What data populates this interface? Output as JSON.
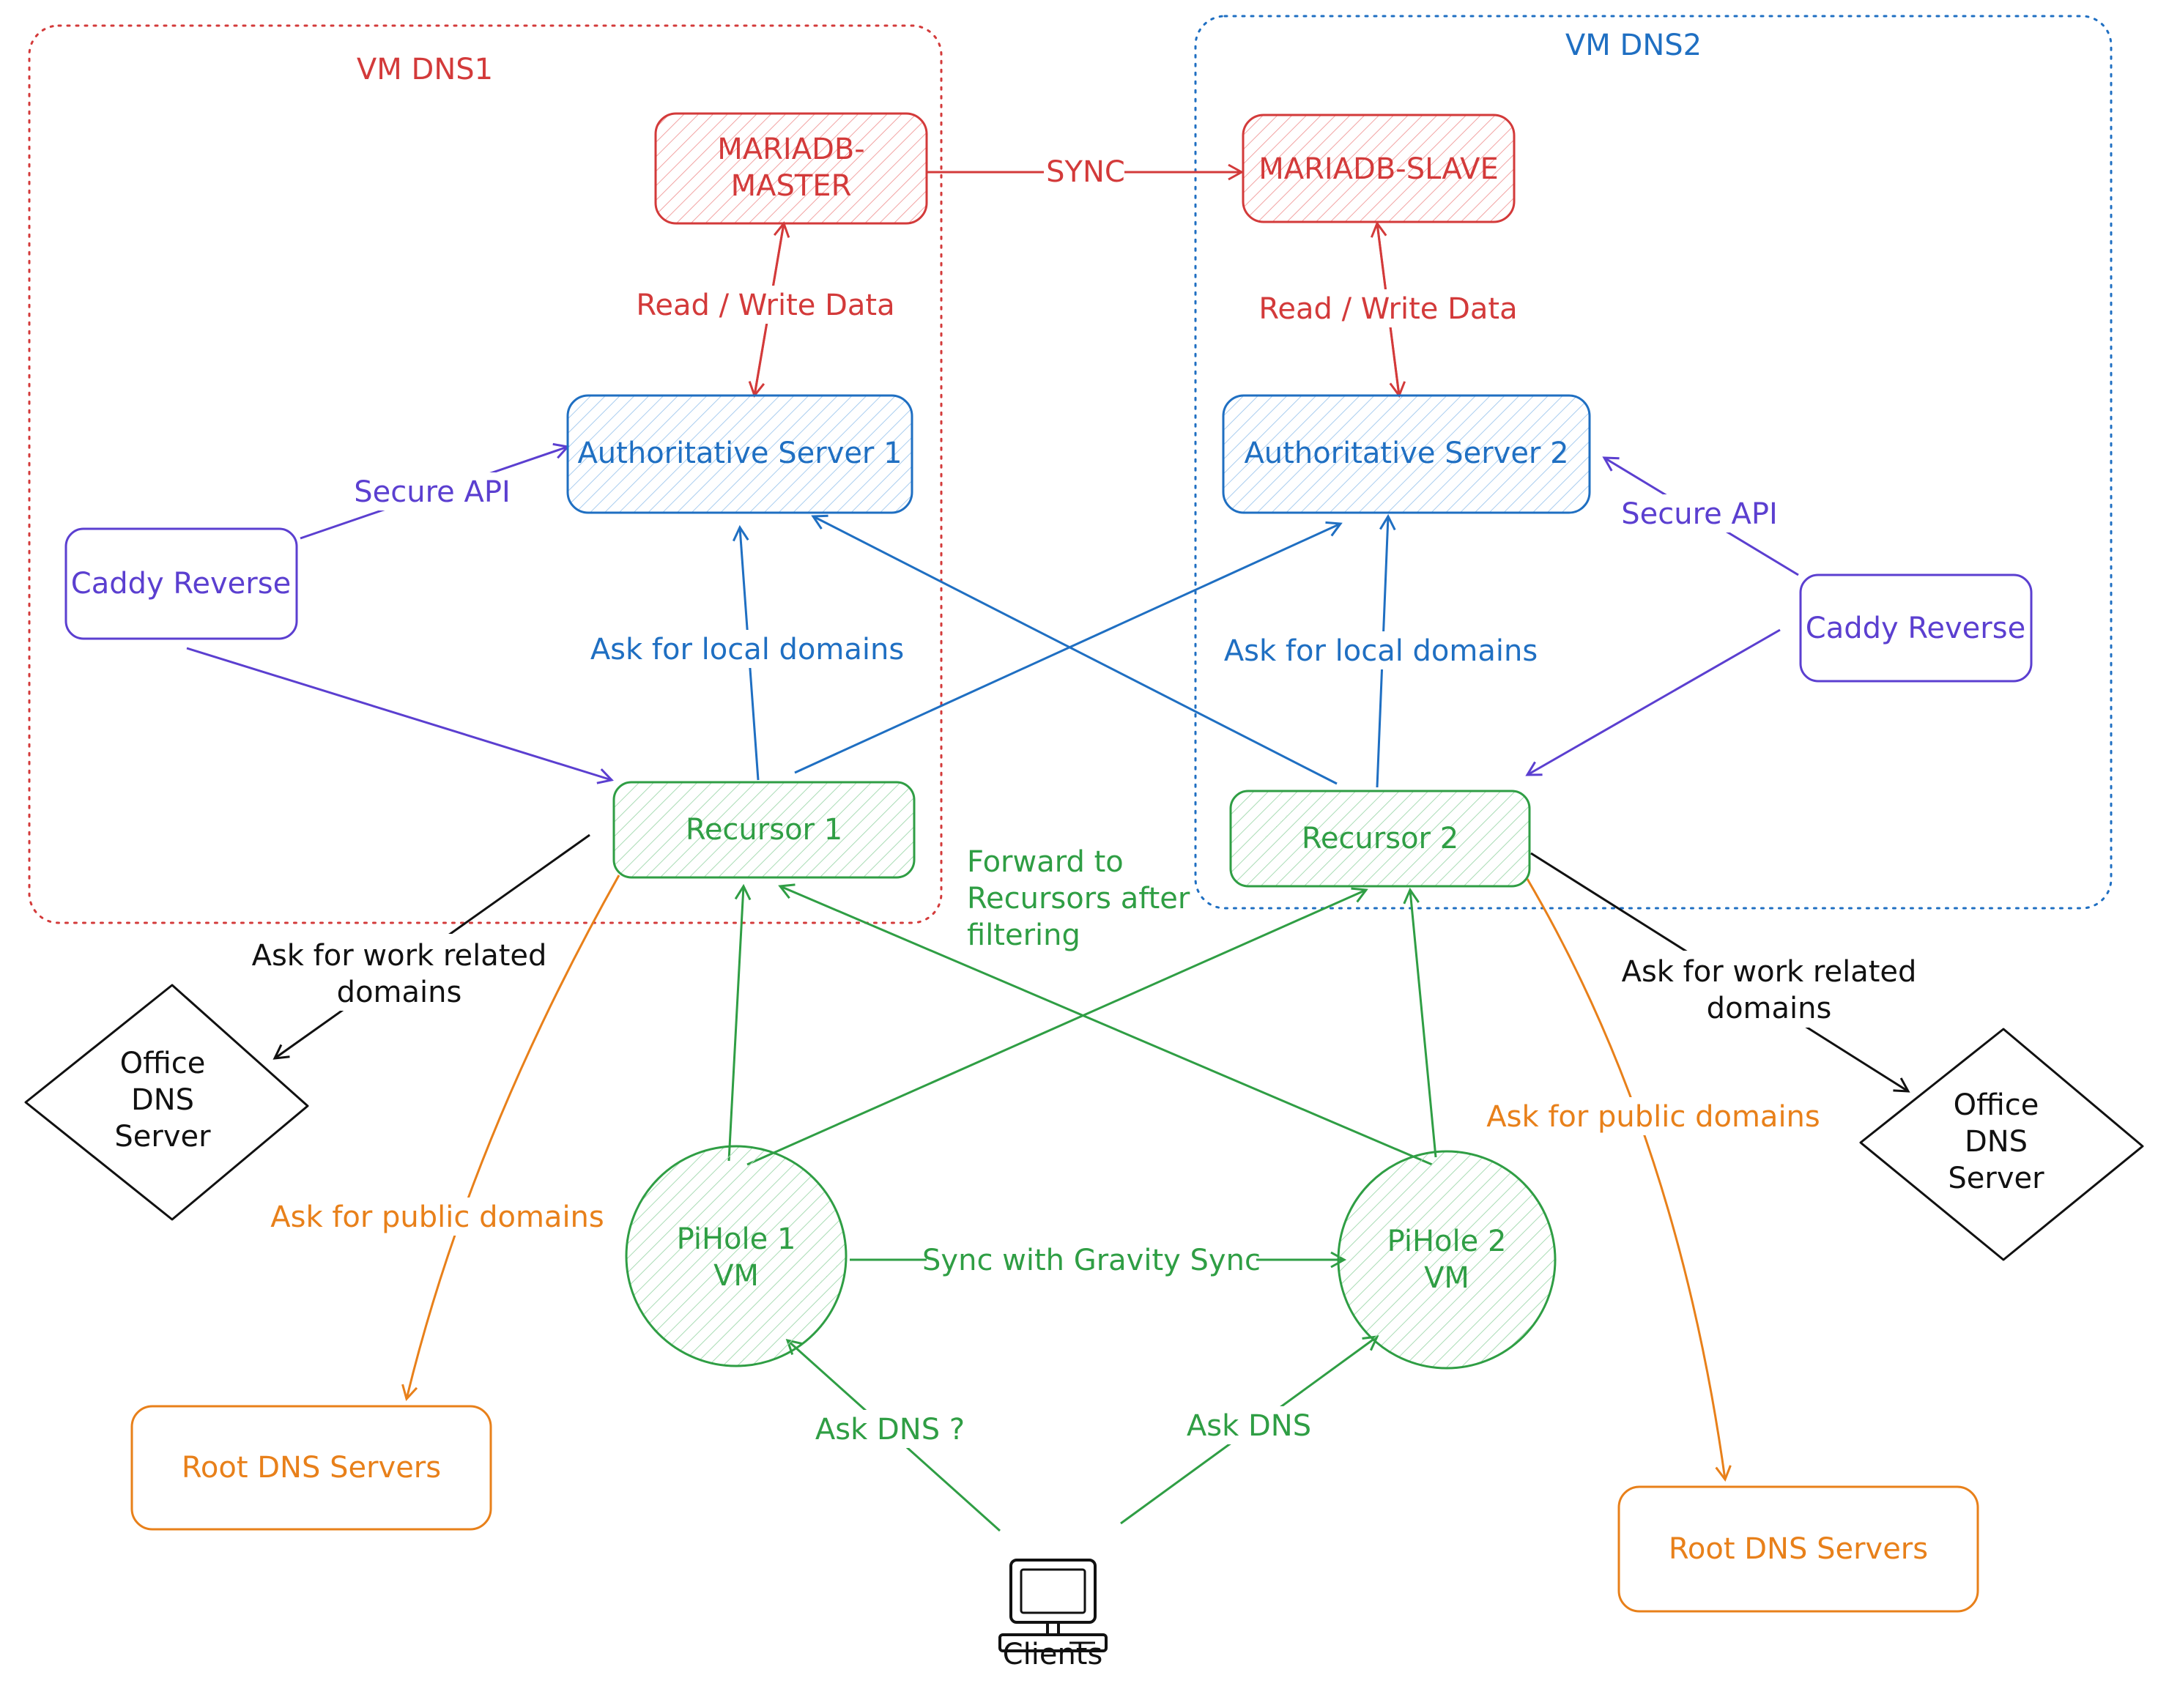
{
  "groups": {
    "vm1": {
      "label": "VM DNS1",
      "color": "#d33a3a"
    },
    "vm2": {
      "label": "VM DNS2",
      "color": "#1f6fc2"
    }
  },
  "nodes": {
    "mariadb_master": {
      "line1": "MARIADB-",
      "line2": "MASTER"
    },
    "mariadb_slave": {
      "label": "MARIADB-SLAVE"
    },
    "auth1": {
      "label": "Authoritative Server 1"
    },
    "auth2": {
      "label": "Authoritative Server 2"
    },
    "caddy1": {
      "label": "Caddy Reverse"
    },
    "caddy2": {
      "label": "Caddy Reverse"
    },
    "recursor1": {
      "label": "Recursor 1"
    },
    "recursor2": {
      "label": "Recursor 2"
    },
    "office1": {
      "line1": "Office",
      "line2": "DNS",
      "line3": "Server"
    },
    "office2": {
      "line1": "Office",
      "line2": "DNS",
      "line3": "Server"
    },
    "pihole1": {
      "line1": "PiHole 1",
      "line2": "VM"
    },
    "pihole2": {
      "line1": "PiHole 2",
      "line2": "VM"
    },
    "root1": {
      "label": "Root DNS Servers"
    },
    "root2": {
      "label": "Root DNS Servers"
    },
    "clients": {
      "label": "Clients",
      "icon": "computer-icon"
    }
  },
  "edges": {
    "sync": "SYNC",
    "rw1": "Read / Write Data",
    "rw2": "Read / Write Data",
    "secure1": "Secure API",
    "secure2": "Secure API",
    "local1": "Ask for local domains",
    "local2": "Ask for local domains",
    "forward_l1": "Forward to",
    "forward_l2": "Recursors after",
    "forward_l3": "filtering",
    "work1_l1": "Ask for work related",
    "work1_l2": "domains",
    "work2_l1": "Ask for work related",
    "work2_l2": "domains",
    "public1": "Ask for public domains",
    "public2": "Ask for public domains",
    "gravity": "Sync with Gravity Sync",
    "askdns1": "Ask DNS ?",
    "askdns2": "Ask DNS"
  },
  "colors": {
    "database": "#d33a3a",
    "authoritative": "#1f6fc2",
    "proxy": "#5b3fd0",
    "recursor": "#2f9e44",
    "public": "#e8801a",
    "office": "#111111"
  }
}
